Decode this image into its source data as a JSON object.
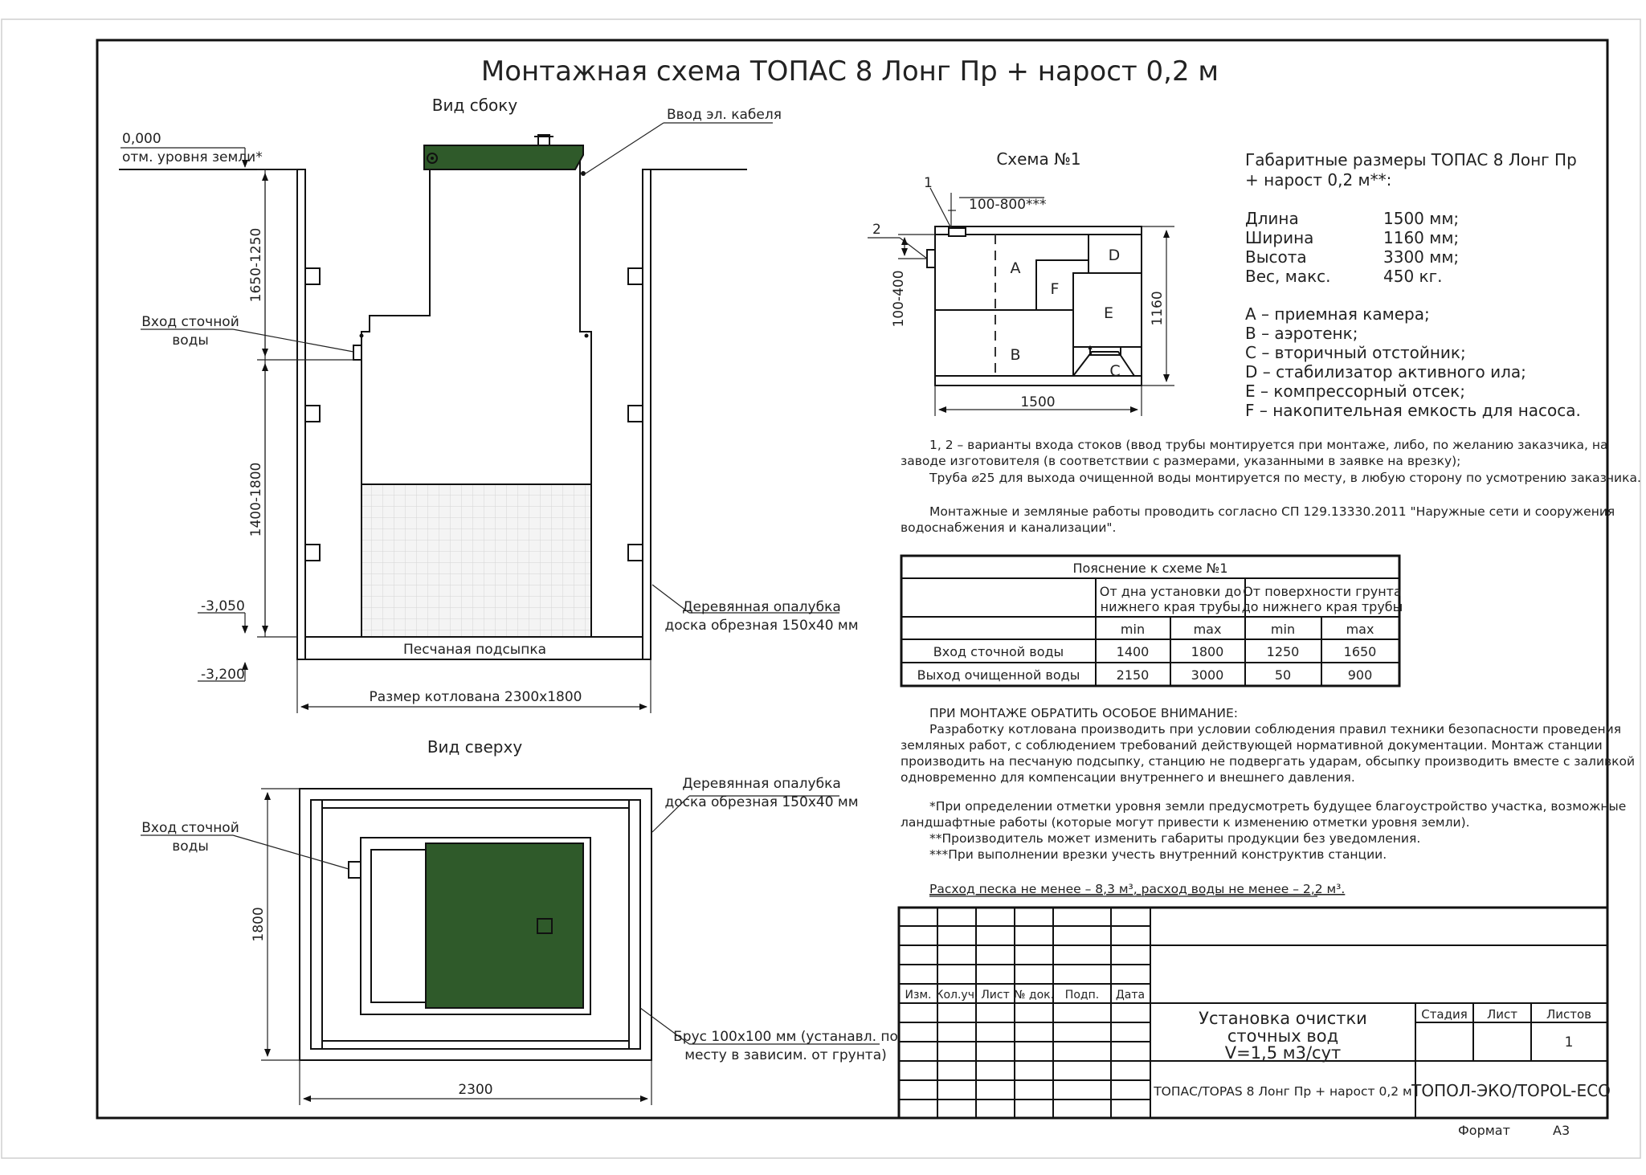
{
  "title": "Монтажная схема ТОПАС 8 Лонг Пр + нарост 0,2 м",
  "side_view": {
    "heading": "Вид сбоку",
    "cable_label": "Ввод эл. кабеля",
    "ground_value": "0,000",
    "ground_label": "отм. уровня земли*",
    "dim_upper": "1650-1250",
    "dim_lower": "1400-1800",
    "inlet_label_1": "Вход сточной",
    "inlet_label_2": "воды",
    "level_1": "-3,050",
    "level_2": "-3,200",
    "sand_label": "Песчаная подсыпка",
    "pit_label": "Размер котлована 2300x1800",
    "formwork_1": "Деревянная опалубка",
    "formwork_2": "доска обрезная 150x40 мм"
  },
  "top_view": {
    "heading": "Вид сверху",
    "inlet_label_1": "Вход сточной",
    "inlet_label_2": "воды",
    "formwork_1": "Деревянная опалубка",
    "formwork_2": "доска обрезная 150x40 мм",
    "beam_1": "Брус 100x100 мм (устанавл. по",
    "beam_2": "месту в зависим. от грунта)",
    "dim_width": "2300",
    "dim_height": "1800"
  },
  "scheme": {
    "heading": "Схема №1",
    "marker_1": "1",
    "marker_2": "2",
    "dim_top": "100-800***",
    "dim_left": "100-400",
    "dim_bottom": "1500",
    "dim_right": "1160",
    "chambers": [
      "A",
      "B",
      "C",
      "D",
      "E",
      "F"
    ]
  },
  "dimensions": {
    "heading_1": "Габаритные размеры ТОПАС 8 Лонг Пр",
    "heading_2": "+ нарост 0,2 м**:",
    "rows": [
      {
        "label": "Длина",
        "value": "1500 мм;"
      },
      {
        "label": "Ширина",
        "value": "1160 мм;"
      },
      {
        "label": "Высота",
        "value": "3300 мм;"
      },
      {
        "label": "Вес, макс.",
        "value": "450 кг."
      }
    ]
  },
  "legend": [
    "A – приемная камера;",
    "B – аэротенк;",
    "C – вторичный отстойник;",
    "D – стабилизатор активного ила;",
    "E – компрессорный отсек;",
    "F – накопительная емкость для насоса."
  ],
  "notes_1": [
    "1, 2 – варианты входа  стоков (ввод трубы монтируется при монтаже, либо, по желанию заказчика, на",
    "заводе изготовителя (в соответствии с размерами, указанными в заявке на врезку);",
    "Труба ⌀25 для выхода очищенной воды монтируется по месту, в любую сторону по усмотрению заказчика.",
    "Монтажные и земляные работы проводить согласно СП 129.13330.2011 \"Наружные сети и сооружения",
    "водоснабжения и канализации\"."
  ],
  "table": {
    "caption": "Пояснение к схеме №1",
    "group_1_a": "От дна установки до",
    "group_1_b": "нижнего края трубы",
    "group_2_a": "От поверхности грунта",
    "group_2_b": "до нижнего края трубы",
    "sub": [
      "min",
      "max",
      "min",
      "max"
    ],
    "rows": [
      {
        "label": "Вход сточной воды",
        "values": [
          "1400",
          "1800",
          "1250",
          "1650"
        ]
      },
      {
        "label": "Выход очищенной воды",
        "values": [
          "2150",
          "3000",
          "50",
          "900"
        ]
      }
    ]
  },
  "notes_2": [
    "ПРИ МОНТАЖЕ ОБРАТИТЬ ОСОБОЕ ВНИМАНИЕ:",
    "Разработку котлована производить при условии соблюдения правил техники безопасности проведения",
    "земляных работ, с соблюдением требований действующей нормативной документации. Монтаж станции",
    "производить на песчаную подсыпку, станцию не подвергать ударам, обсыпку производить вместе с заливкой",
    "одновременно для компенсации внутреннего и внешнего давления."
  ],
  "notes_3": [
    "*При определении отметки уровня земли предусмотреть будущее благоустройство участка, возможные",
    "ландшафтные работы (которые могут привести к изменению отметки уровня земли).",
    "**Производитель может изменить габариты продукции без уведомления.",
    "***При выполнении врезки учесть внутренний конструктив станции."
  ],
  "consumption": "Расход песка не менее – 8,3 м³, расход воды не менее – 2,2 м³.",
  "title_block": {
    "cols": [
      "Изм.",
      "Кол.уч.",
      "Лист",
      "№ док.",
      "Подп.",
      "Дата"
    ],
    "name_1": "Установка очистки",
    "name_2": "сточных вод",
    "name_3": "V=1,5 м3/сут",
    "stage": "Стадия",
    "sheet": "Лист",
    "sheets": "Листов",
    "sheets_value": "1",
    "product": "ТОПАС/TOPAS 8 Лонг Пр + нарост 0,2 м",
    "company": "ТОПОЛ-ЭКО/TOPOL-ECO",
    "format_label": "Формат",
    "format_value": "А3"
  },
  "colors": {
    "unit_green": "#2f5a2a",
    "line": "#111111"
  }
}
